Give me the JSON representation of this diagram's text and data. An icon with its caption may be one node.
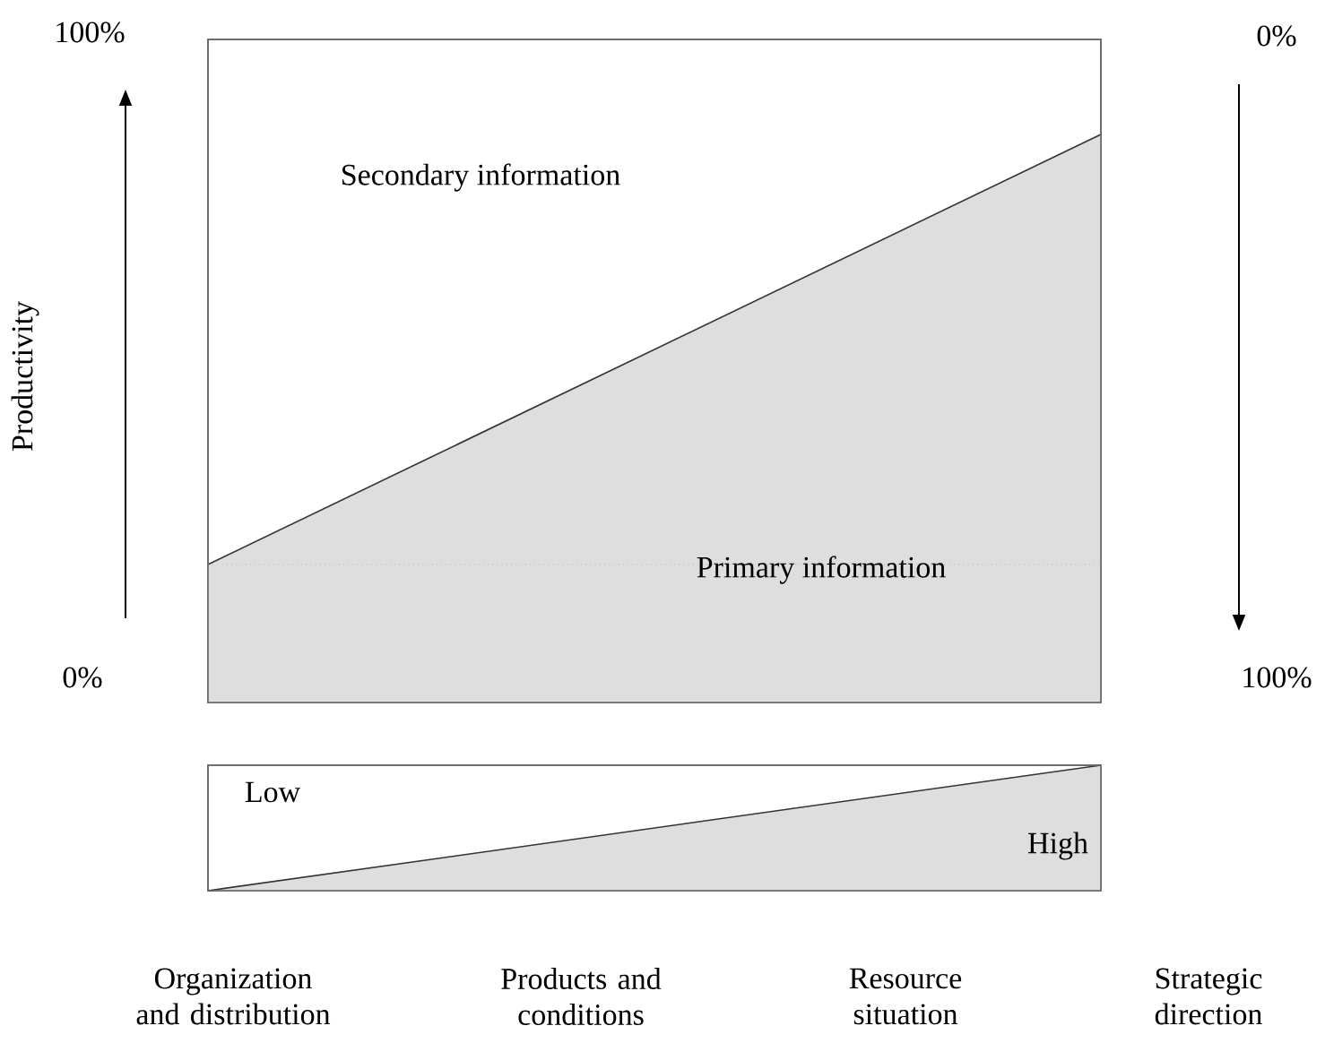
{
  "diagram": {
    "nodes": [
      {
        "text": [
          "Secondary information",
          "Primary information"
        ]
      },
      {
        "text": [
          "Low",
          "High"
        ]
      }
    ],
    "labels": [
      "100%",
      "Productivity",
      "0%",
      "0%",
      "100%",
      "Organization and distribution",
      "Products and conditions",
      "Resource situation",
      "Strategic direction"
    ]
  }
}
